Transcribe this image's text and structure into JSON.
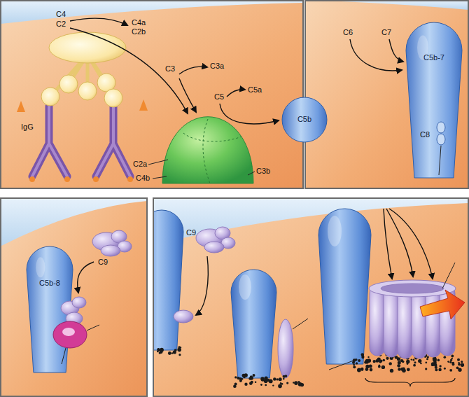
{
  "diagram": {
    "nodes": [
      {
        "text": [
          "C5b"
        ]
      },
      {
        "text": [
          "C5b-7"
        ]
      },
      {
        "text": [
          "C5b-8"
        ]
      }
    ],
    "labels": [
      "C4",
      "C2",
      "C4a",
      "C2b",
      "IgG",
      "C2a",
      "C4b",
      "C3",
      "C3a",
      "C3b",
      "C5",
      "C5a",
      "C6",
      "C7",
      "C8",
      "C9",
      "C9"
    ]
  }
}
